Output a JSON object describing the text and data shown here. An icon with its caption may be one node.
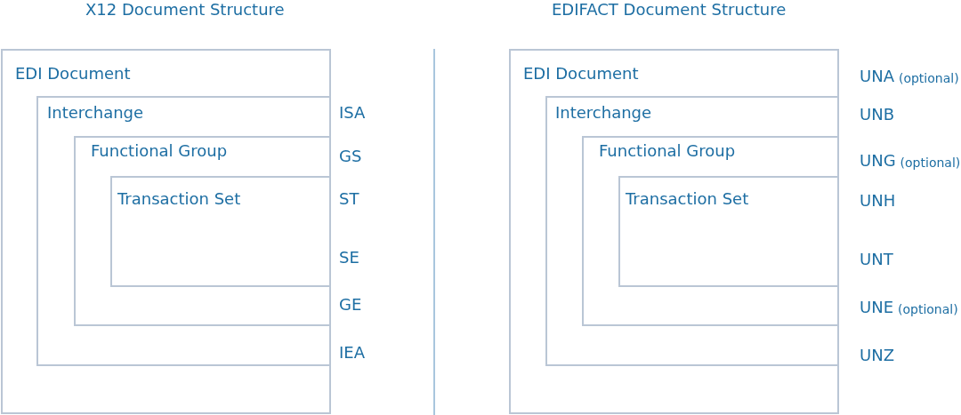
{
  "diagram": {
    "nodes": [
      {
        "text": [
          "EDI Document"
        ]
      },
      {
        "text": [
          "Interchange"
        ],
        "in": 0
      },
      {
        "text": [
          "Functional Group"
        ],
        "in": 1
      },
      {
        "text": [
          "Transaction Set"
        ],
        "in": 2
      },
      {
        "text": [
          "EDI Document"
        ]
      },
      {
        "text": [
          "Interchange"
        ],
        "in": 4
      },
      {
        "text": [
          "Functional Group"
        ],
        "in": 5
      },
      {
        "text": [
          "Transaction Set"
        ],
        "in": 6
      }
    ],
    "labels": [
      "X12 Document Structure",
      "EDIFACT Document Structure",
      "ISA",
      "GS",
      "ST",
      "SE",
      "GE",
      "IEA",
      "UNA",
      "(optional)",
      "UNB",
      "UNG",
      "(optional)",
      "UNH",
      "UNT",
      "UNE",
      "(optional)",
      "UNZ"
    ]
  }
}
